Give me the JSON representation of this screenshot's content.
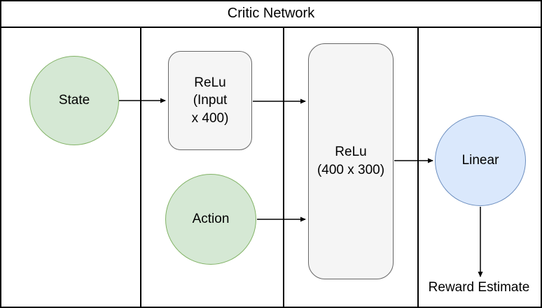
{
  "diagram": {
    "title": "Critic Network",
    "nodes": {
      "state": {
        "label": "State",
        "shape": "ellipse",
        "fill": "#d5e8d4",
        "stroke": "#82b366"
      },
      "relu_input": {
        "label": "ReLu\n(Input\nx 400)",
        "shape": "rounded-rect",
        "fill": "#f5f5f5",
        "stroke": "#666666"
      },
      "action": {
        "label": "Action",
        "shape": "ellipse",
        "fill": "#d5e8d4",
        "stroke": "#82b366"
      },
      "relu_hidden": {
        "label": "ReLu\n(400 x 300)",
        "shape": "rounded-rect",
        "fill": "#f5f5f5",
        "stroke": "#666666"
      },
      "linear": {
        "label": "Linear",
        "shape": "ellipse",
        "fill": "#dae8fc",
        "stroke": "#6c8ebf"
      },
      "reward": {
        "label": "Reward Estimate",
        "shape": "text"
      }
    },
    "edges": [
      {
        "from": "state",
        "to": "relu_input"
      },
      {
        "from": "relu_input",
        "to": "relu_hidden"
      },
      {
        "from": "action",
        "to": "relu_hidden"
      },
      {
        "from": "relu_hidden",
        "to": "linear"
      },
      {
        "from": "linear",
        "to": "reward"
      }
    ],
    "colors": {
      "green_fill": "#d5e8d4",
      "green_stroke": "#82b366",
      "blue_fill": "#dae8fc",
      "blue_stroke": "#6c8ebf",
      "gray_fill": "#f5f5f5",
      "gray_stroke": "#666666",
      "line": "#000000",
      "background": "#ffffff"
    }
  }
}
